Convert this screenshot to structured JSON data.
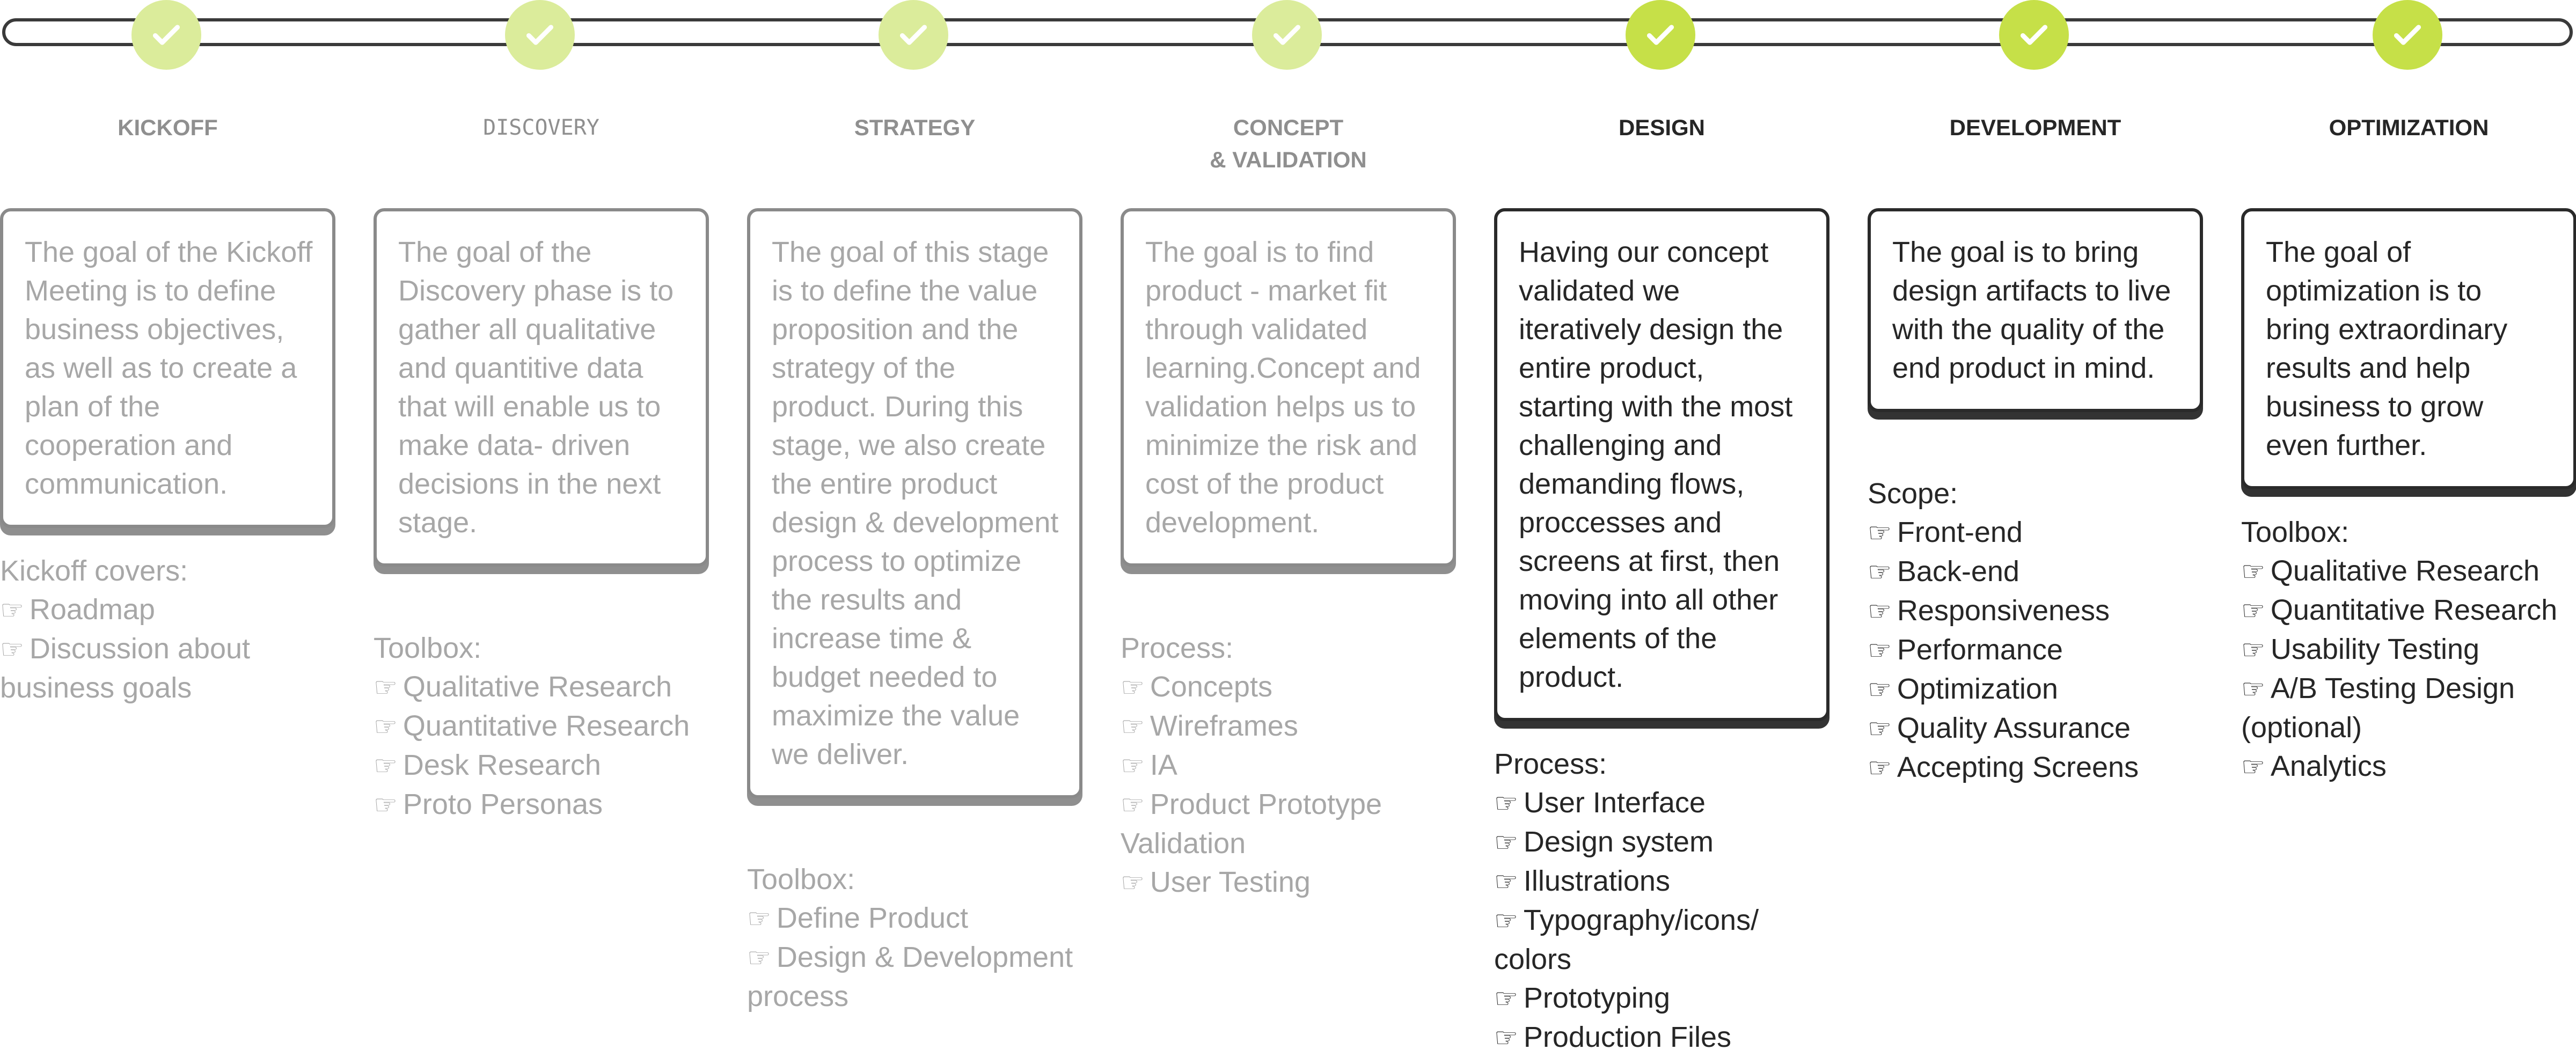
{
  "stages": [
    {
      "title": "KICKOFF",
      "state": "done",
      "goal": "The goal of the Kickoff Meeting is to define business objectives, as well as to create a plan of the cooperation and communication.",
      "section_heading": "Kickoff covers:",
      "items": [
        "Roadmap",
        "Discussion about business goals"
      ]
    },
    {
      "title": "DISCOVERY",
      "state": "done",
      "goal": "The goal of the Discovery phase is to gather all qualitative and quantitive data that will enable us to make data- driven decisions in the next stage.",
      "section_heading": "Toolbox:",
      "items": [
        "Qualitative Research",
        "Quantitative Research",
        "Desk Research",
        "Proto Personas"
      ]
    },
    {
      "title": "STRATEGY",
      "state": "done",
      "goal": "The goal of this stage is to define the value proposition and the strategy of the product. During this stage, we also create the entire product design & development process to optimize the results and increase time & budget needed to maximize the value we deliver.",
      "section_heading": "Toolbox:",
      "items": [
        "Define Product",
        "Design & Development process"
      ]
    },
    {
      "title": "CONCEPT\n& VALIDATION",
      "state": "done",
      "goal": "The goal is to find product - market fit through validated learning.Concept and validation helps us to minimize the risk and cost of the product development.",
      "section_heading": "Process:",
      "items": [
        "Concepts",
        "Wireframes",
        "IA",
        "Product Prototype Validation",
        "User Testing"
      ]
    },
    {
      "title": "DESIGN",
      "state": "active",
      "goal": "Having our concept validated we iteratively design the entire product, starting with the most challenging and demanding flows, proccesses and screens at first, then moving into all other elements of the product.",
      "section_heading": "Process:",
      "items": [
        "User Interface",
        "Design system",
        "Illustrations",
        "Typography/icons/ colors",
        "Prototyping",
        "Production Files"
      ]
    },
    {
      "title": "DEVELOPMENT",
      "state": "active",
      "goal": "The goal is to bring design artifacts to live with the quality of the end product in mind.",
      "section_heading": "Scope:",
      "items": [
        "Front-end",
        "Back-end",
        "Responsiveness",
        "Performance",
        "Optimization",
        "Quality Assurance",
        "Accepting Screens"
      ]
    },
    {
      "title": "OPTIMIZATION",
      "state": "active",
      "goal": "The goal of optimization is to bring extraordinary results and help business to grow even further.",
      "section_heading": "Toolbox:",
      "items": [
        "Qualitative Research",
        "Quantitative Research",
        "Usability Testing",
        "A/B Testing Design (optional)",
        "Analytics"
      ]
    }
  ],
  "bullet_icon": "pointing-hand-icon",
  "node_icon": "check-icon",
  "colors": {
    "node_done": "#dbec9b",
    "node_active": "#c6e048",
    "track": "#3a3a3a",
    "text_muted": "#a7a7a7",
    "text_active": "#262626"
  }
}
